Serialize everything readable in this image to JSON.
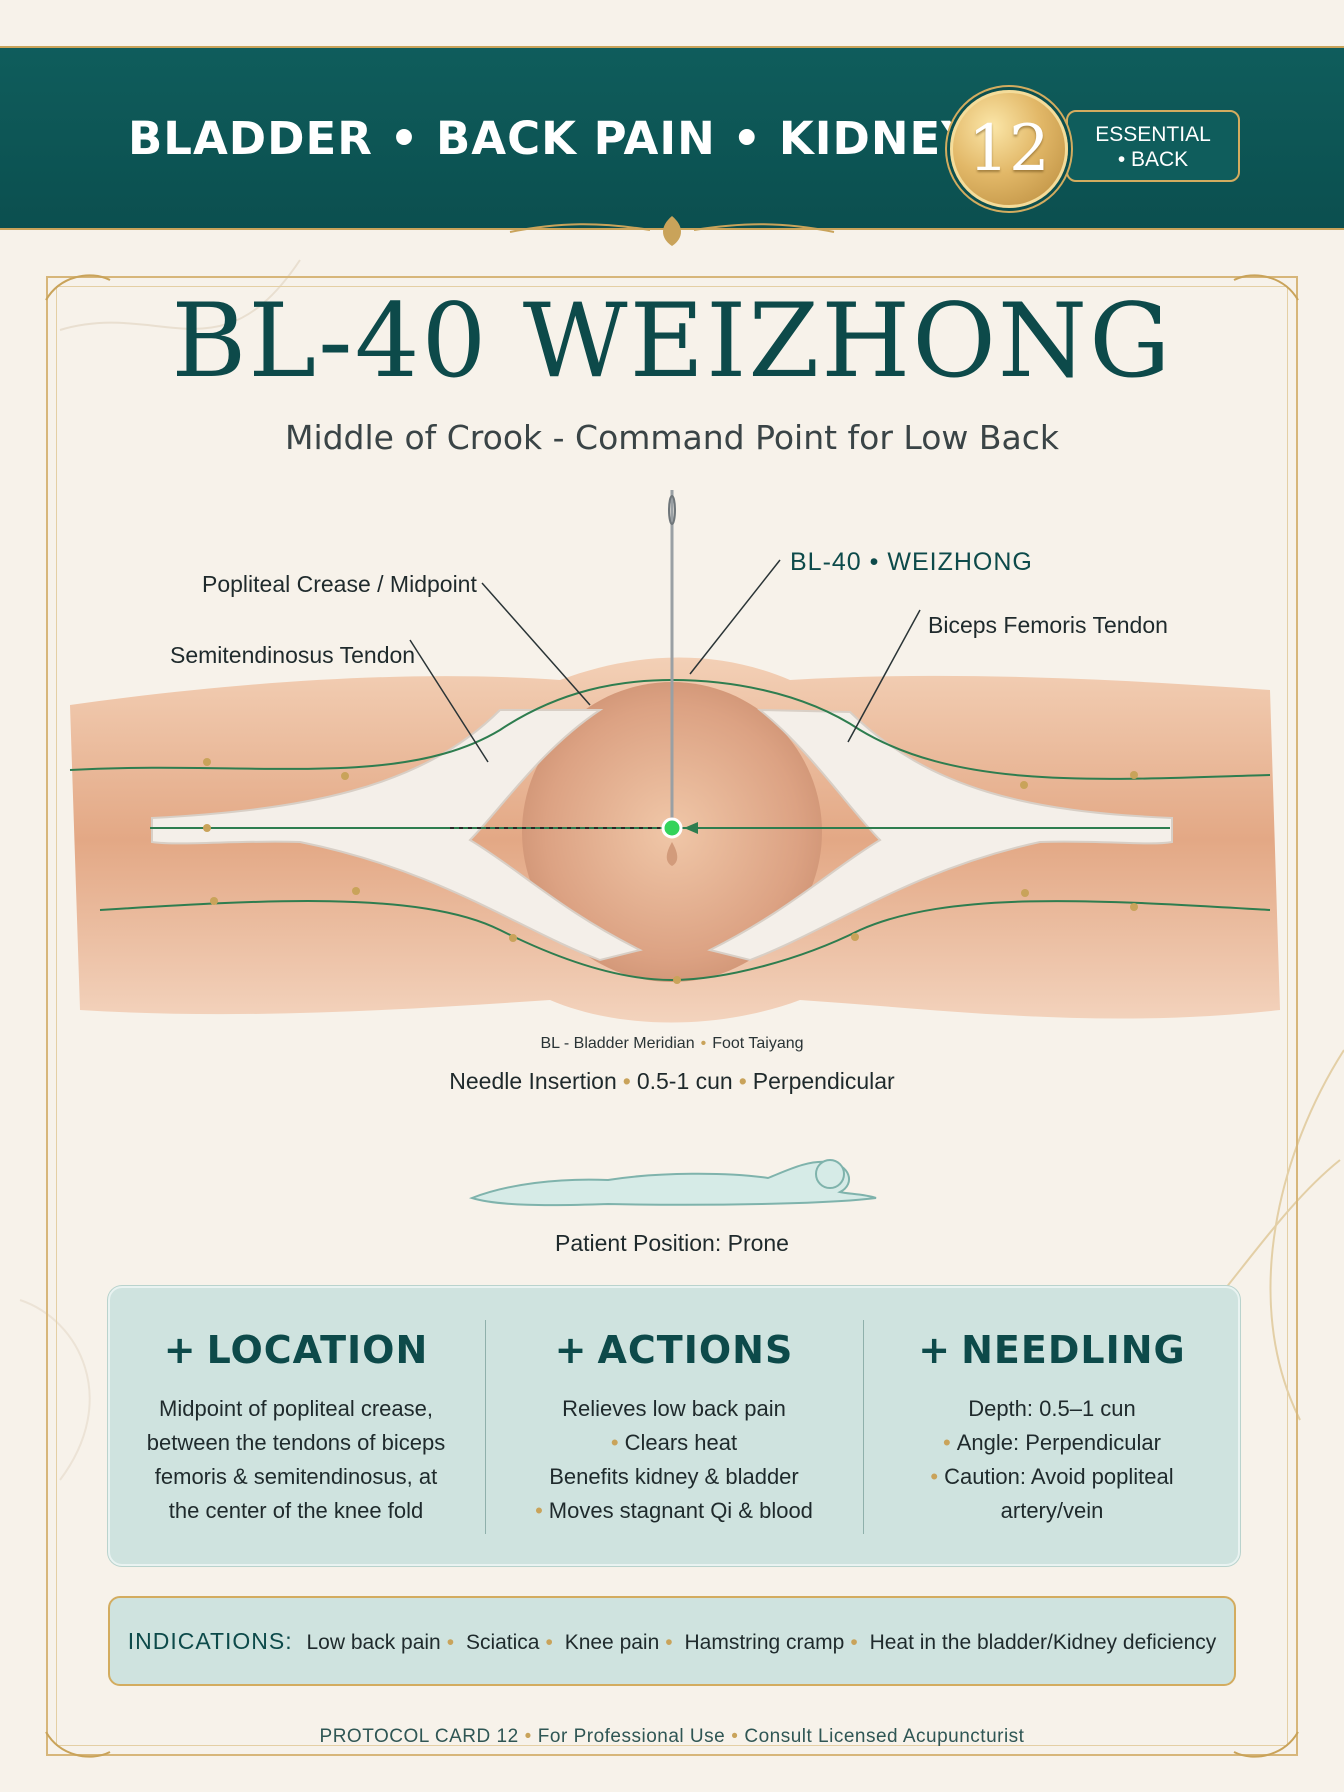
{
  "colors": {
    "banner": "#0f5d5c",
    "gold": "#c9a35a",
    "title": "#0d4a4a",
    "panel": "#cfe3df",
    "skin": "#e7b596",
    "meridian": "#2e7d4f",
    "point": "#33d35a"
  },
  "header": {
    "title": "BLADDER • BACK PAIN • KIDNEY",
    "badge_number": "12",
    "badge_tag_line1": "ESSENTIAL",
    "badge_tag_line2": "• BACK"
  },
  "title": "BL-40 WEIZHONG",
  "subtitle": "Middle of Crook - Command Point for Low Back",
  "labels": {
    "popliteal": "Popliteal Crease / Midpoint",
    "semitendinosus": "Semitendinosus Tendon",
    "point": "BL-40 • WEIZHONG",
    "biceps": "Biceps Femoris Tendon"
  },
  "meridian_caption": {
    "part1": "BL - Bladder Meridian",
    "part2": "Foot Taiyang"
  },
  "needle_caption": {
    "part1": "Needle Insertion",
    "part2": "0.5-1 cun",
    "part3": "Perpendicular"
  },
  "patient": {
    "icon": "prone-patient-icon",
    "caption": "Patient Position: Prone"
  },
  "panel": {
    "location": {
      "heading": "LOCATION",
      "lines": [
        "Midpoint of popliteal crease,",
        "between the tendons of biceps",
        "femoris & semitendinosus, at",
        "the center of the knee fold"
      ]
    },
    "actions": {
      "heading": "ACTIONS",
      "lines": [
        "Relieves low back pain",
        "Clears heat",
        "Benefits kidney & bladder",
        "Moves stagnant Qi & blood"
      ]
    },
    "needling": {
      "heading": "NEEDLING",
      "lines": [
        "Depth: 0.5–1 cun",
        "Angle: Perpendicular",
        "Caution: Avoid popliteal",
        "artery/vein"
      ]
    }
  },
  "indications": {
    "label": "INDICATIONS:",
    "items": [
      "Low back pain",
      "Sciatica",
      "Knee pain",
      "Hamstring cramp",
      "Heat in the bladder/Kidney deficiency"
    ]
  },
  "footer": {
    "part1": "PROTOCOL CARD 12",
    "part2": "For Professional Use",
    "part3": "Consult Licensed Acupuncturist"
  }
}
